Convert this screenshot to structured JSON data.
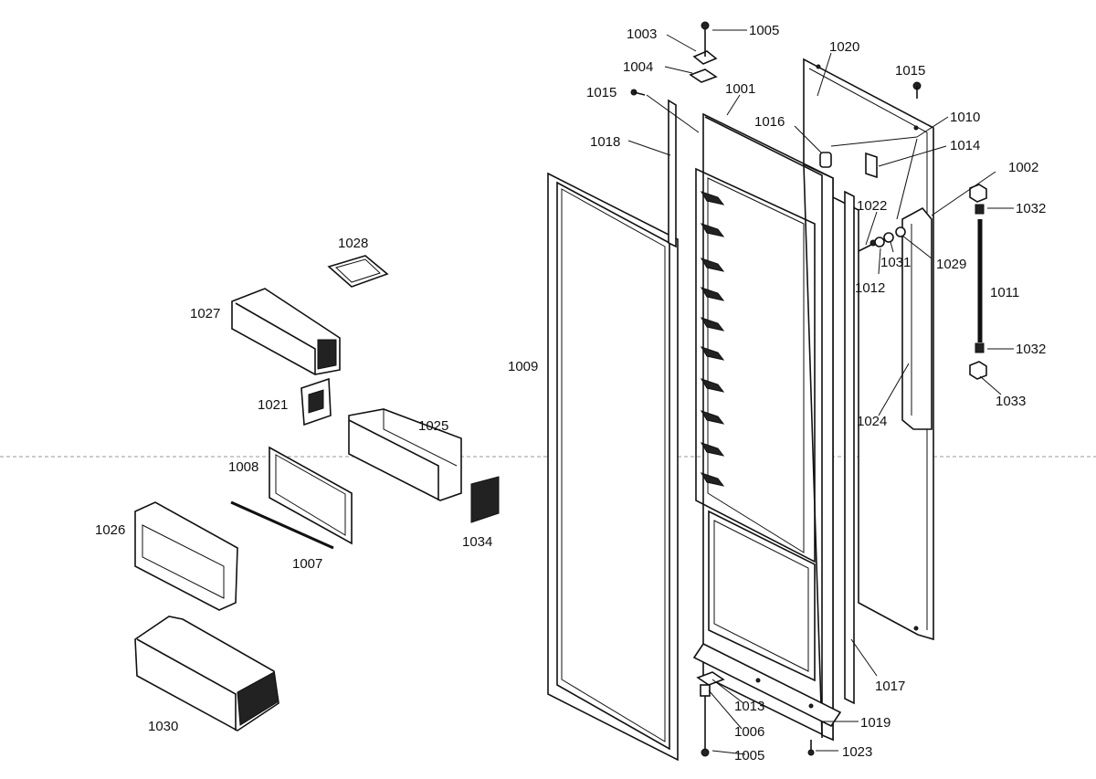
{
  "diagram": {
    "labels": {
      "p1001": "1001",
      "p1002": "1002",
      "p1003": "1003",
      "p1004": "1004",
      "p1005a": "1005",
      "p1005b": "1005",
      "p1006": "1006",
      "p1007": "1007",
      "p1008": "1008",
      "p1009": "1009",
      "p1010": "1010",
      "p1011": "1011",
      "p1012": "1012",
      "p1013": "1013",
      "p1014": "1014",
      "p1015a": "1015",
      "p1015b": "1015",
      "p1016": "1016",
      "p1017": "1017",
      "p1018": "1018",
      "p1019": "1019",
      "p1020": "1020",
      "p1021": "1021",
      "p1022": "1022",
      "p1023": "1023",
      "p1024": "1024",
      "p1025": "1025",
      "p1026": "1026",
      "p1027": "1027",
      "p1028": "1028",
      "p1029": "1029",
      "p1030": "1030",
      "p1031": "1031",
      "p1032a": "1032",
      "p1032b": "1032",
      "p1033": "1033",
      "p1034": "1034"
    }
  }
}
